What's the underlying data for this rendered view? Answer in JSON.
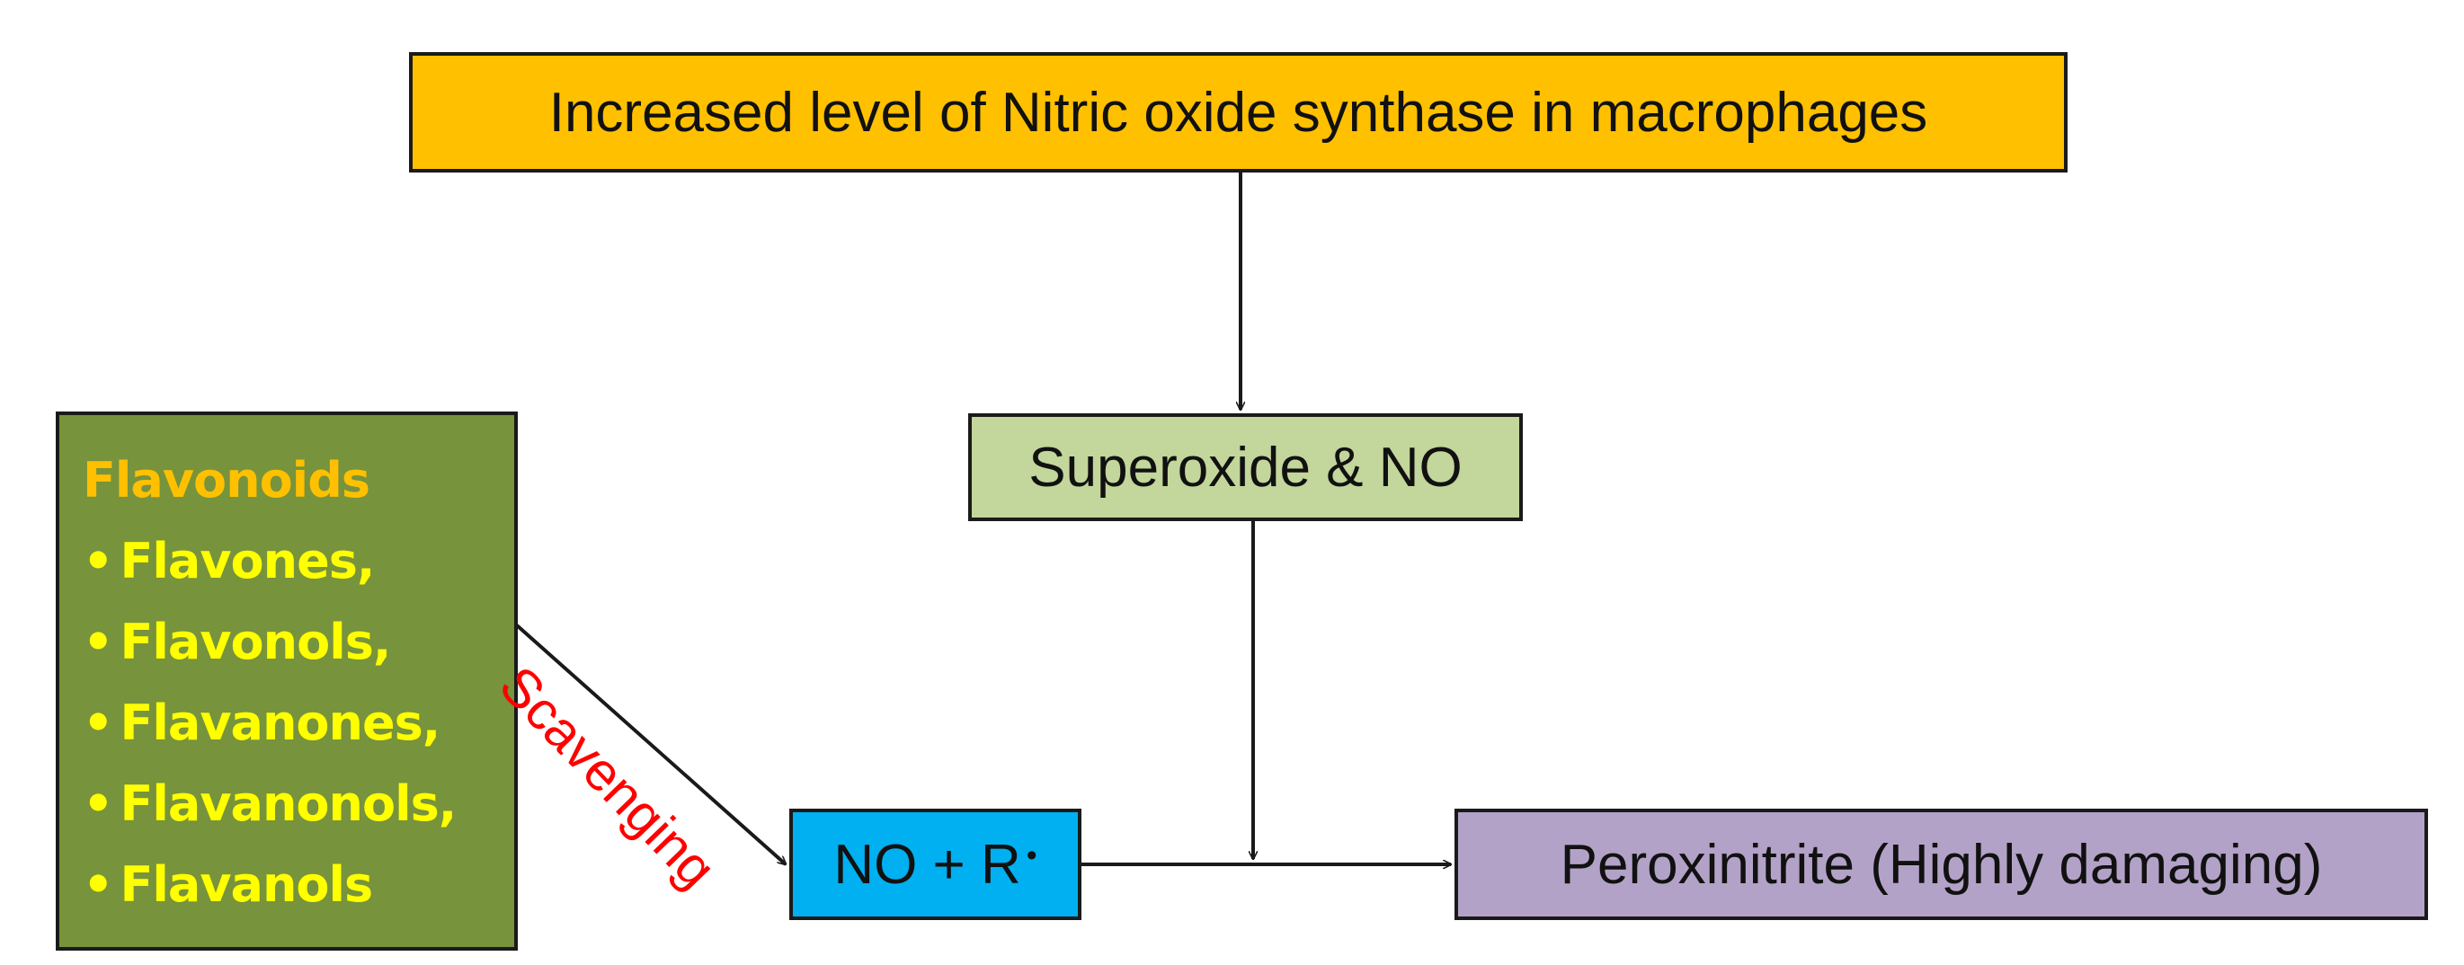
{
  "nodes": {
    "top": "Increased level of  Nitric oxide  synthase in macrophages",
    "superoxide": "Superoxide & NO",
    "no_r": "NO + R",
    "no_r_superscript": "•",
    "peroxinitrite": "Peroxinitrite (Highly damaging)",
    "flavonoids": {
      "title": "Flavonoids",
      "bullet": "•",
      "items": [
        "Flavones,",
        "Flavonols,",
        "Flavanones,",
        "Flavanonols,",
        "Flavanols"
      ]
    }
  },
  "edge_labels": {
    "scavenging": "Scavenging"
  },
  "colors": {
    "top_fill": "#FFC000",
    "superoxide_fill": "#C3D69B",
    "no_r_fill": "#00B0F0",
    "peroxinitrite_fill": "#B3A2C7",
    "flavonoids_fill": "#77933C",
    "flavonoids_title": "#FFC000",
    "flavonoids_items": "#FFFF00",
    "scavenging_text": "#FF0000",
    "arrow": "#1a1a1a"
  }
}
